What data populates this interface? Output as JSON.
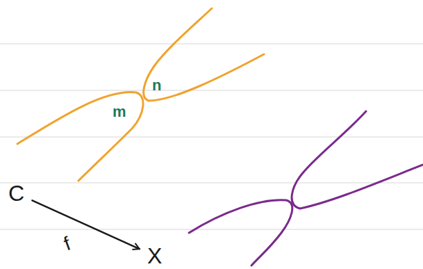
{
  "diagram": {
    "nodes": [
      {
        "text": [
          "C"
        ]
      },
      {
        "text": [
          "X"
        ]
      }
    ],
    "edges": [
      {
        "from": 0,
        "to": 1,
        "arrow": "to",
        "label": "f"
      }
    ],
    "labels": [
      "m",
      "n"
    ]
  }
}
